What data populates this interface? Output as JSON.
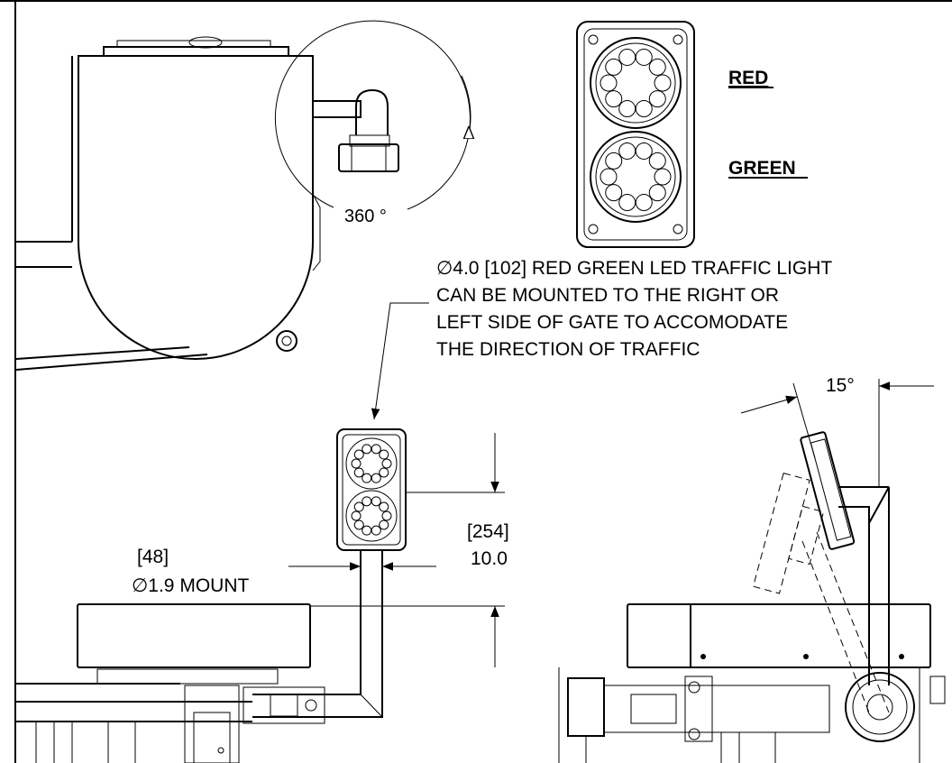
{
  "drawing": {
    "legend_red": "RED",
    "legend_green": "GREEN",
    "rotation_label": "360 °",
    "note_lines": [
      "∅4.0 [102] RED GREEN LED TRAFFIC LIGHT",
      "CAN BE MOUNTED TO THE RIGHT OR",
      "LEFT SIDE OF GATE TO ACCOMODATE",
      "THE DIRECTION OF TRAFFIC"
    ],
    "tilt_angle": "15°",
    "height_metric": "[254]",
    "height_imperial": "10.0",
    "mount_metric": "[48]",
    "mount_label": "∅1.9 MOUNT"
  }
}
